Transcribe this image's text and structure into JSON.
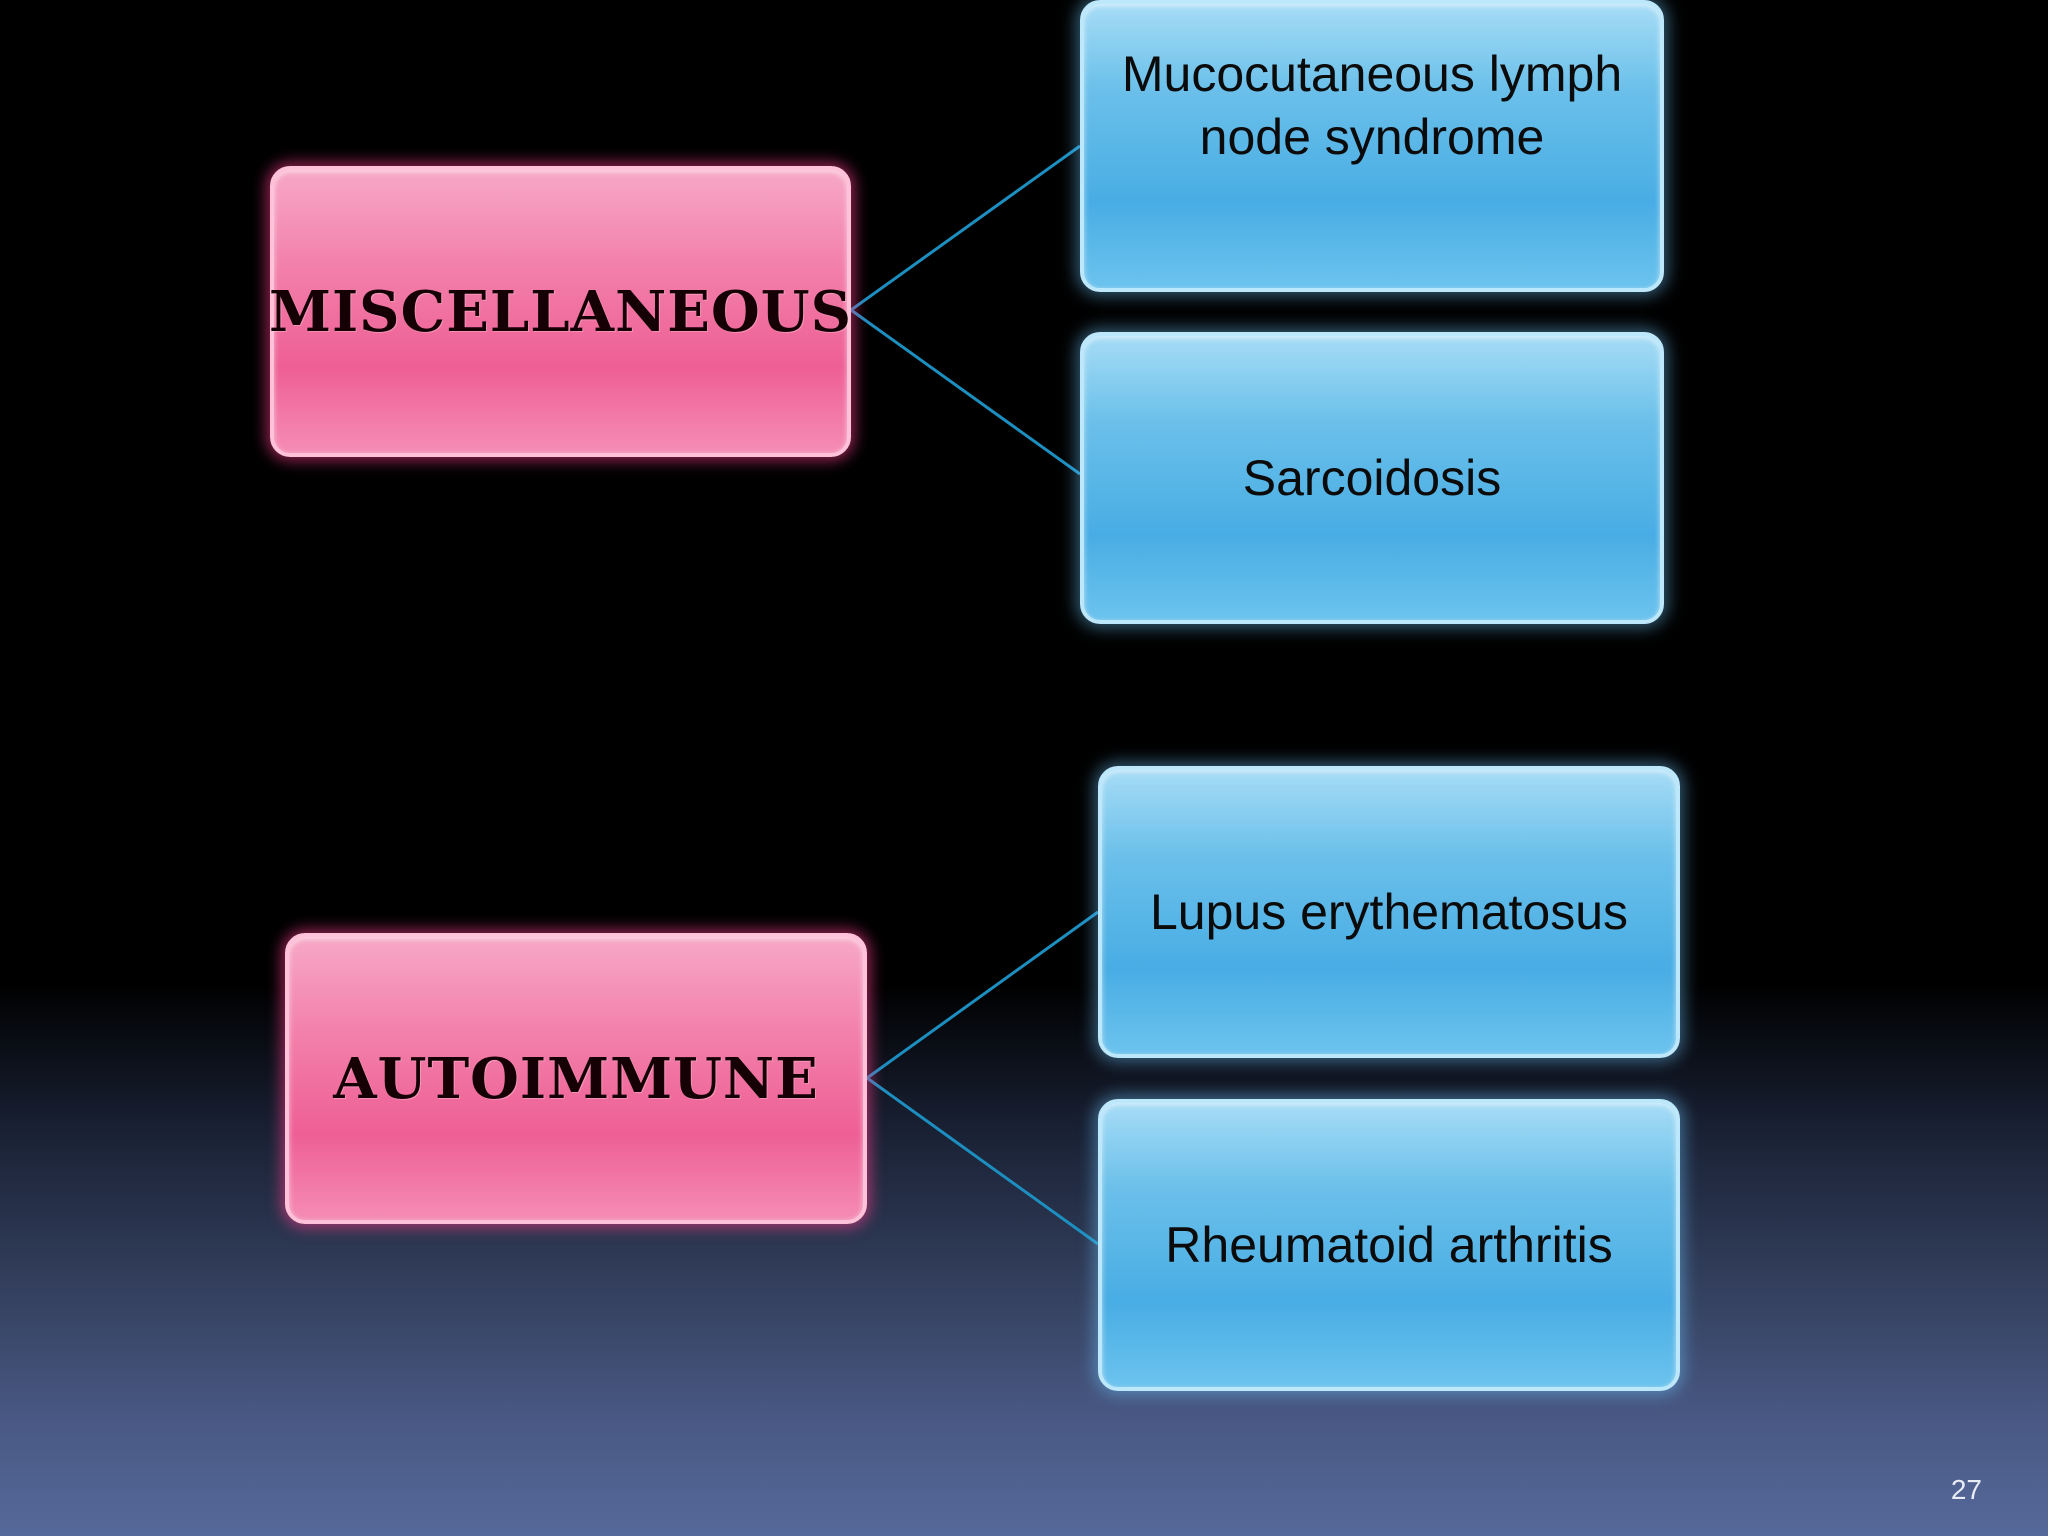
{
  "slide": {
    "page_number": "27",
    "groups": [
      {
        "category": "MISCELLANEOUS",
        "items": [
          "Mucocutaneous lymph node syndrome",
          "Sarcoidosis"
        ]
      },
      {
        "category": "AUTOIMMUNE",
        "items": [
          "Lupus erythematosus",
          "Rheumatoid arthritis"
        ]
      }
    ]
  },
  "colors": {
    "background_top": "#000000",
    "background_bottom": "#55699a",
    "category_fill": "#ee5f95",
    "item_fill": "#48ade4",
    "connector": "#1c8fc0"
  }
}
